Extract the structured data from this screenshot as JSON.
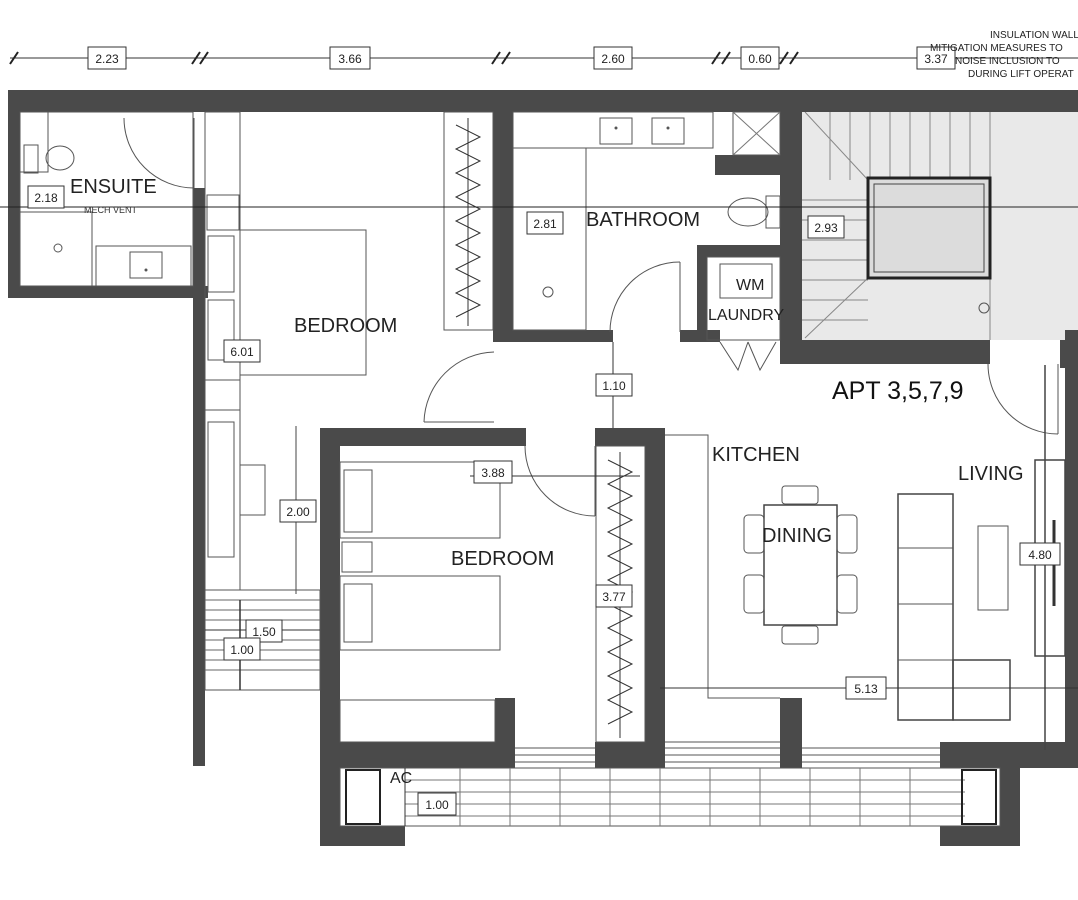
{
  "notes": [
    "INSULATION WALL",
    "MITIGATION MEASURES TO",
    "NOISE INCLUSION TO",
    "DURING LIFT OPERAT"
  ],
  "apartment_label": "APT 3,5,7,9",
  "rooms": {
    "ensuite": "ENSUITE",
    "mech_vent": "MECH VENT",
    "bedroom_1": "BEDROOM",
    "bathroom": "BATHROOM",
    "wm": "WM",
    "laundry": "LAUNDRY",
    "bedroom_2": "BEDROOM",
    "kitchen": "KITCHEN",
    "dining": "DINING",
    "living": "LIVING",
    "ac": "AC"
  },
  "top_dimensions": [
    "2.23",
    "3.66",
    "2.60",
    "0.60",
    "3.37"
  ],
  "dimensions": {
    "ensuite": "2.18",
    "bathroom": "2.81",
    "stair": "2.93",
    "bedroom_1_length": "6.01",
    "hall": "1.10",
    "bedroom_2_width": "3.88",
    "robe": "2.00",
    "bedroom_2_length": "3.77",
    "living_width": "4.80",
    "balcony_small_width": "1.50",
    "balcony_small_depth": "1.00",
    "kitchen_living_length": "5.13",
    "balcony_depth": "1.00"
  }
}
